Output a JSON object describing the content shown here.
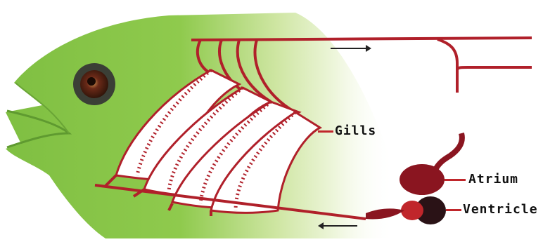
{
  "labels": {
    "gills": "Gills",
    "atrium": "Atrium",
    "ventricle": "Ventricle"
  },
  "colors": {
    "fish_body": "#8dc84a",
    "vessel": "#b0202a",
    "heart": "#8a1520",
    "gill_filament": "#f2f2f2",
    "arrow": "#222222"
  },
  "icons": {
    "flow_forward": "arrow-right-icon",
    "flow_backward": "arrow-left-icon"
  }
}
